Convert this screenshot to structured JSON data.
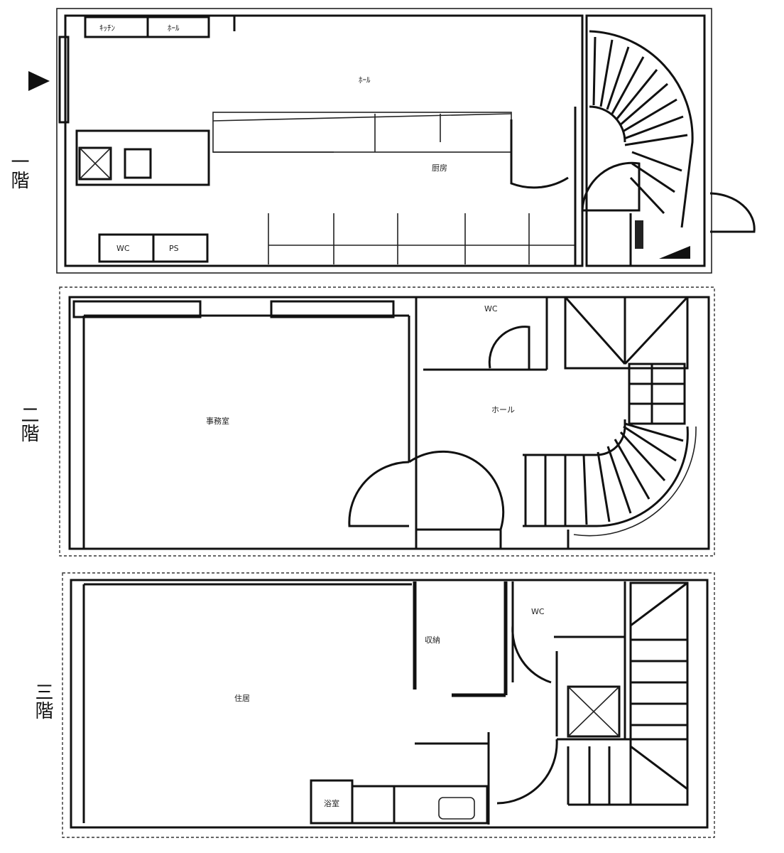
{
  "floors": [
    {
      "id": "1f",
      "label": "一階",
      "entrance_mark": "⊳",
      "rooms": {
        "top_left_a": "ｷｯﾁﾝ",
        "top_left_b": "ﾎｰﾙ",
        "main": "ﾎｰﾙ",
        "counter": "厨房",
        "bottom_a": "WC",
        "bottom_b": "PS"
      }
    },
    {
      "id": "2f",
      "label": "二階",
      "rooms": {
        "main": "事務室",
        "small": "WC",
        "hall": "ホール"
      }
    },
    {
      "id": "3f",
      "label": "三階",
      "rooms": {
        "main": "住居",
        "closet": "収納",
        "wc": "WC",
        "bath": "浴室"
      }
    }
  ]
}
